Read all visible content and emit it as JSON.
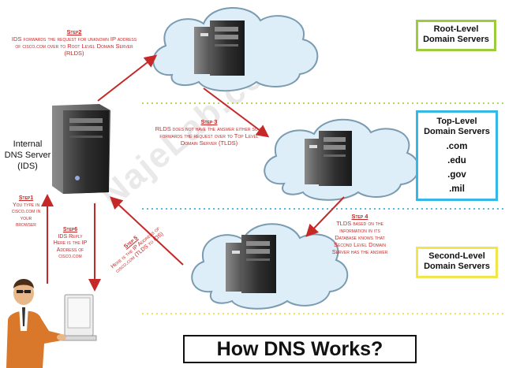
{
  "watermark": "NajeLab.com",
  "title": "How DNS Works?",
  "server": {
    "line1": "Internal",
    "line2": "DNS Server",
    "line3": "(IDS)"
  },
  "labels": {
    "root": [
      "Root-Level",
      "Domain Servers"
    ],
    "tld": {
      "title": [
        "Top-Level",
        "Domain Servers"
      ],
      "extensions": [
        ".com",
        ".edu",
        ".gov",
        ".mil"
      ]
    },
    "sld": [
      "Second-Level",
      "Domain Servers"
    ]
  },
  "steps": {
    "step1": {
      "title": "Step1",
      "text": "You type in cisco.com in your browser"
    },
    "step2": {
      "title": "Step2",
      "text": "IDS forwards the request for unknown IP address of cisco.com over to Root Level Domain Server (RLDS)"
    },
    "step3": {
      "title": "Step 3",
      "text": "RLDS does not have the answer either so it forwards the request over to Top Level Domain Server (TLDS)"
    },
    "step4": {
      "title": "Step 4",
      "text": "TLDS based on the information in its Database knows that Second Level Domain Server has the answer"
    },
    "step5": {
      "title": "Step 5",
      "text": "Here is the IP Address of cisco.com (TLDS to IDS)"
    },
    "step6": {
      "title": "Step6",
      "text": "IDS Reply Here is the IP Address of cisco.com"
    }
  },
  "colors": {
    "arrow": "#c62828",
    "root_border": "#9ccc3d",
    "tld_border": "#35b8e6",
    "sld_border": "#f0e54a",
    "cloud_fill": "#ddeef8",
    "cloud_stroke": "#7a9bb0"
  }
}
